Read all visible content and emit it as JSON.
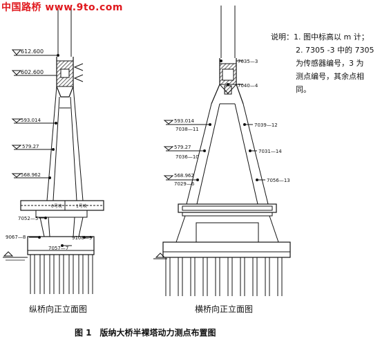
{
  "watermark": {
    "text": "中国路桥 www.9to.com",
    "color": "#e0191e"
  },
  "notes": {
    "lines": [
      "说明：1. 图中标高以 m 计；",
      "2. 7305 -3 中的 7305",
      "为传感器编号，3 为",
      "测点编号，其余点相",
      "同。"
    ]
  },
  "left_view": {
    "caption": "纵桥向正立面图",
    "elevations": [
      "612.600",
      "602.600",
      "593.014",
      "579.27",
      "568.962"
    ],
    "girder_labels": [
      "0号块",
      "1号块"
    ],
    "points": [
      "7052—5",
      "9067—8",
      "9108—9",
      "7057—7"
    ]
  },
  "right_view": {
    "caption": "横桥向正立面图",
    "elevations": [
      "593.014",
      "579.27",
      "568.962"
    ],
    "points": [
      "7035—3",
      "7040—4",
      "7038—11",
      "7039—12",
      "7036—10",
      "7031—14",
      "7029—6",
      "7056—13"
    ]
  },
  "figure_title": "图 1　版纳大桥半裸塔动力测点布置图"
}
